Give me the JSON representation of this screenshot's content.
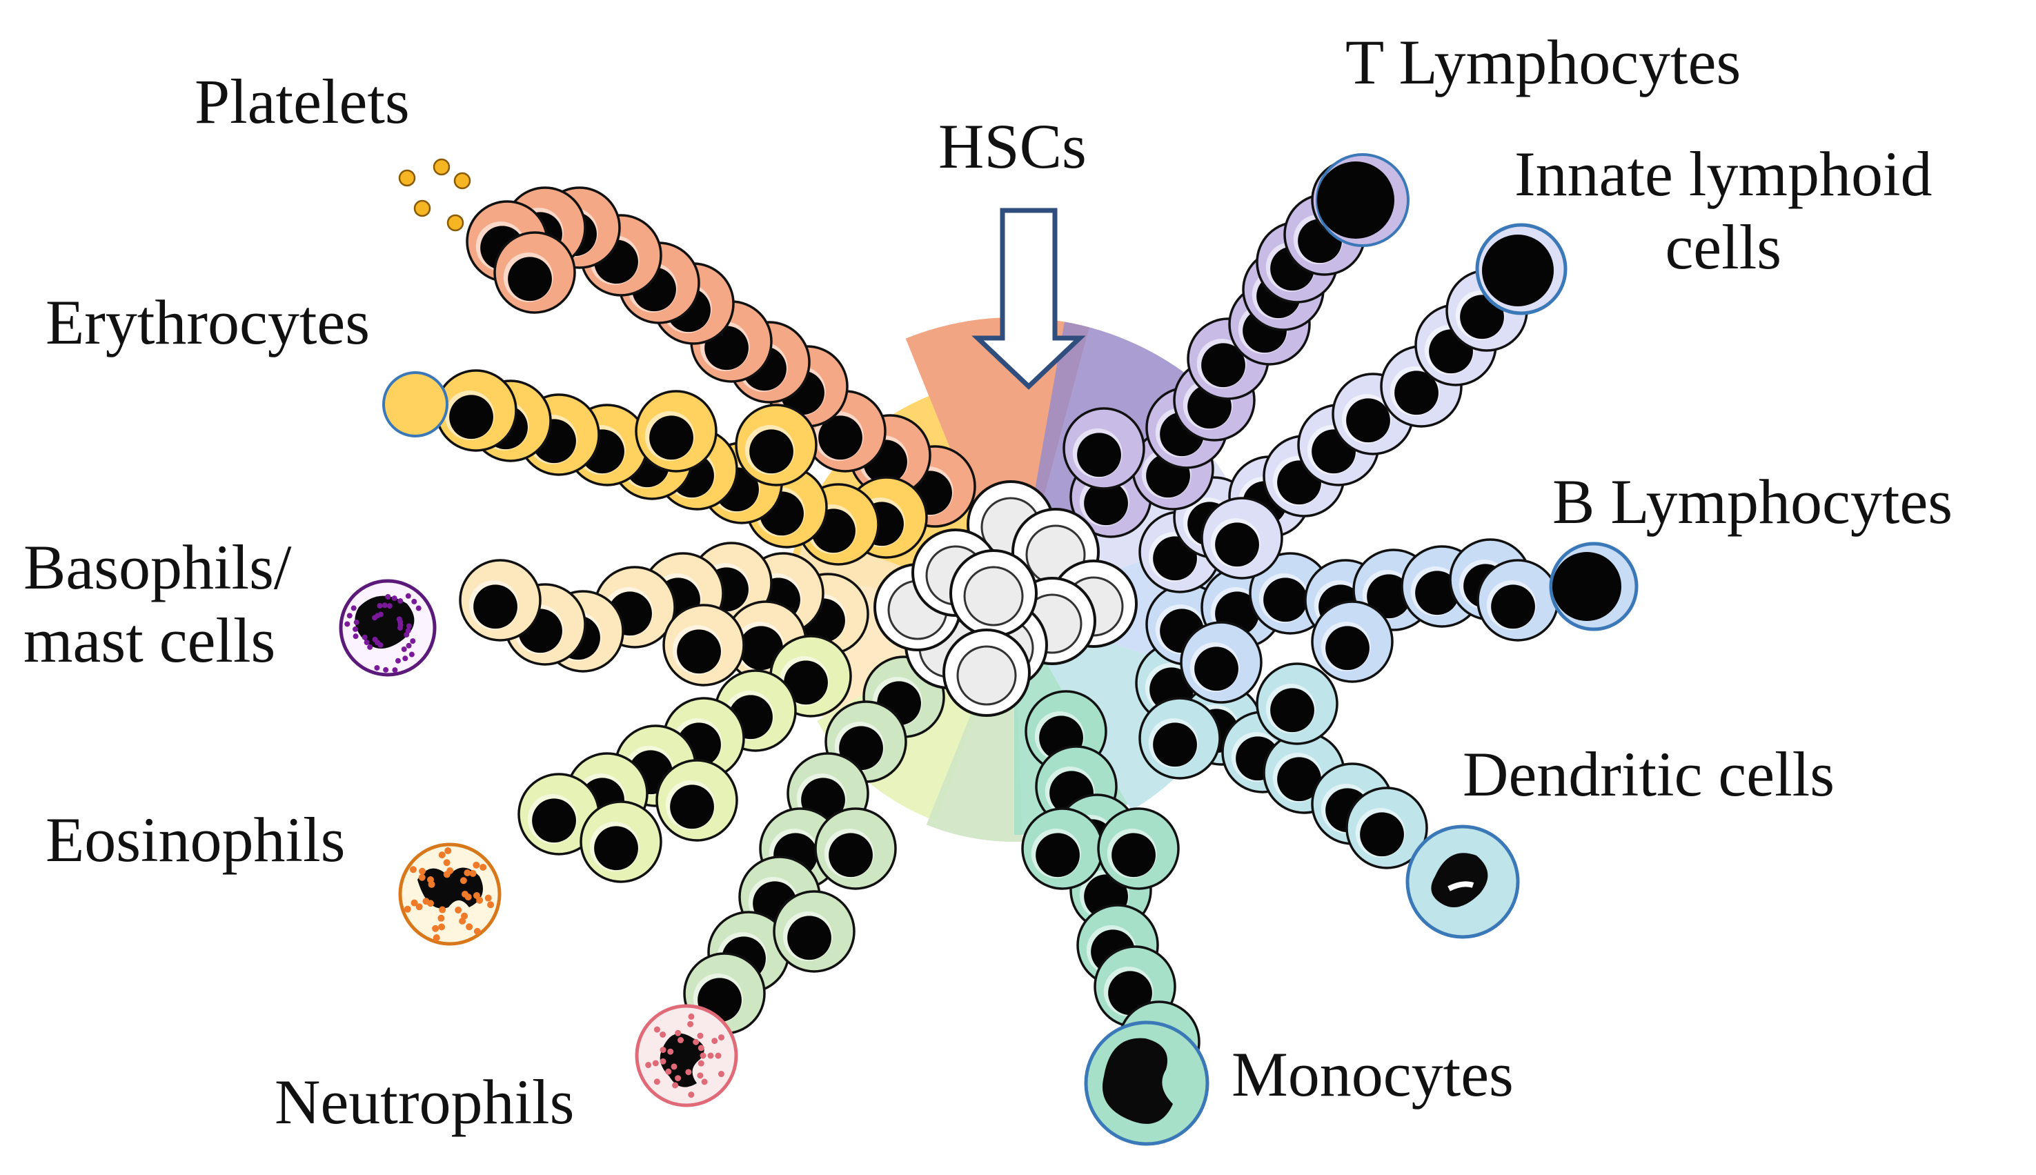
{
  "center_label": "HSCs",
  "colors": {
    "hsc_fill": "#ececec",
    "nucleus": "#050505",
    "outline": "#111111",
    "arrow": "#2f4e7e"
  },
  "lineages": [
    {
      "id": "platelets",
      "label_lines": [
        "Platelets"
      ],
      "color": "#f5a886",
      "sector": "#f0956c",
      "end": "platelets-icon"
    },
    {
      "id": "erythrocytes",
      "label_lines": [
        "Erythrocytes"
      ],
      "color": "#ffd15e",
      "sector": "#ffd15e",
      "end": "erythrocyte-icon"
    },
    {
      "id": "basophils",
      "label_lines": [
        "Basophils/",
        "mast cells"
      ],
      "color": "#fde7bd",
      "sector": "#fde7bd",
      "end": "basophil-icon"
    },
    {
      "id": "eosinophils",
      "label_lines": [
        "Eosinophils"
      ],
      "color": "#e6f2b6",
      "sector": "#e6f2b6",
      "end": "eosinophil-icon"
    },
    {
      "id": "neutrophils",
      "label_lines": [
        "Neutrophils"
      ],
      "color": "#cfe6c3",
      "sector": "#cfe6c3",
      "end": "neutrophil-icon"
    },
    {
      "id": "monocytes",
      "label_lines": [
        "Monocytes"
      ],
      "color": "#a6e0c9",
      "sector": "#a6e0c9",
      "end": "monocyte-icon"
    },
    {
      "id": "dendritic",
      "label_lines": [
        "Dendritic cells"
      ],
      "color": "#bfe4ea",
      "sector": "#bfe4ea",
      "end": "dendritic-cell-icon"
    },
    {
      "id": "b_lymphocytes",
      "label_lines": [
        "B Lymphocytes"
      ],
      "color": "#c9dcf6",
      "sector": "#c9dcf6",
      "end": "b-lymphocyte-icon"
    },
    {
      "id": "innate_lymphoid",
      "label_lines": [
        "Innate lymphoid",
        "cells"
      ],
      "color": "#dcdff5",
      "sector": "#dcdff5",
      "end": "innate-lymphoid-cell-icon"
    },
    {
      "id": "t_lymphocytes",
      "label_lines": [
        "T Lymphocytes"
      ],
      "color": "#c8bce6",
      "sector": "#9b8cc9",
      "end": "t-lymphocyte-icon"
    }
  ]
}
